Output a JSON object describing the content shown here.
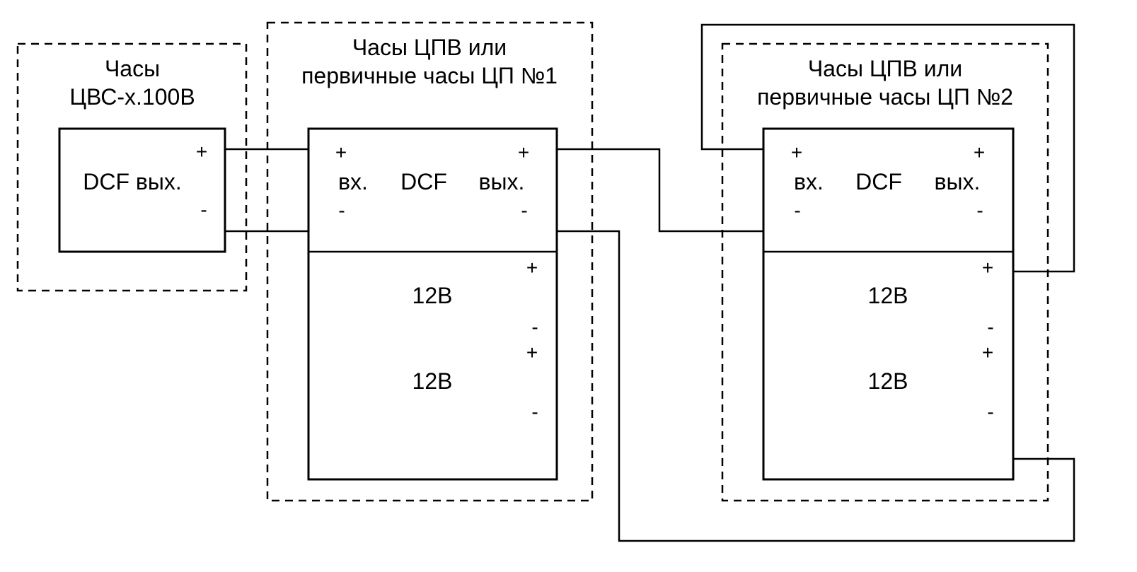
{
  "groups": [
    {
      "id": "source-clock",
      "title_lines": [
        "Часы",
        "ЦВС-х.100В"
      ],
      "module": {
        "label": "DCF вых.",
        "plus": "+",
        "minus": "-"
      }
    },
    {
      "id": "clock-1",
      "title_lines": [
        "Часы ЦПВ или",
        "первичные часы ЦП №1"
      ],
      "dcf": {
        "in_label": "вх.",
        "center_label": "DCF",
        "out_label": "вых.",
        "in_plus": "+",
        "in_minus": "-",
        "out_plus": "+",
        "out_minus": "-"
      },
      "power": [
        {
          "label": "12В",
          "plus": "+",
          "minus": "-"
        },
        {
          "label": "12В",
          "plus": "+",
          "minus": "-"
        }
      ]
    },
    {
      "id": "clock-2",
      "title_lines": [
        "Часы ЦПВ или",
        "первичные часы ЦП №2"
      ],
      "dcf": {
        "in_label": "вх.",
        "center_label": "DCF",
        "out_label": "вых.",
        "in_plus": "+",
        "in_minus": "-",
        "out_plus": "+",
        "out_minus": "-"
      },
      "power": [
        {
          "label": "12В",
          "plus": "+",
          "minus": "-"
        },
        {
          "label": "12В",
          "plus": "+",
          "minus": "-"
        }
      ]
    }
  ],
  "connections": [
    {
      "from": "source-clock.dcf_out.plus",
      "to": "clock-1.dcf_in.plus"
    },
    {
      "from": "source-clock.dcf_out.minus",
      "to": "clock-1.dcf_in.minus"
    },
    {
      "from": "clock-1.dcf_out.plus",
      "to": "clock-2.dcf_in.minus"
    },
    {
      "from": "clock-1.dcf_out.minus",
      "to": "clock-2.power_2.minus"
    },
    {
      "from": "clock-2.dcf_in.plus",
      "to": "clock-2.power_1.plus"
    }
  ]
}
